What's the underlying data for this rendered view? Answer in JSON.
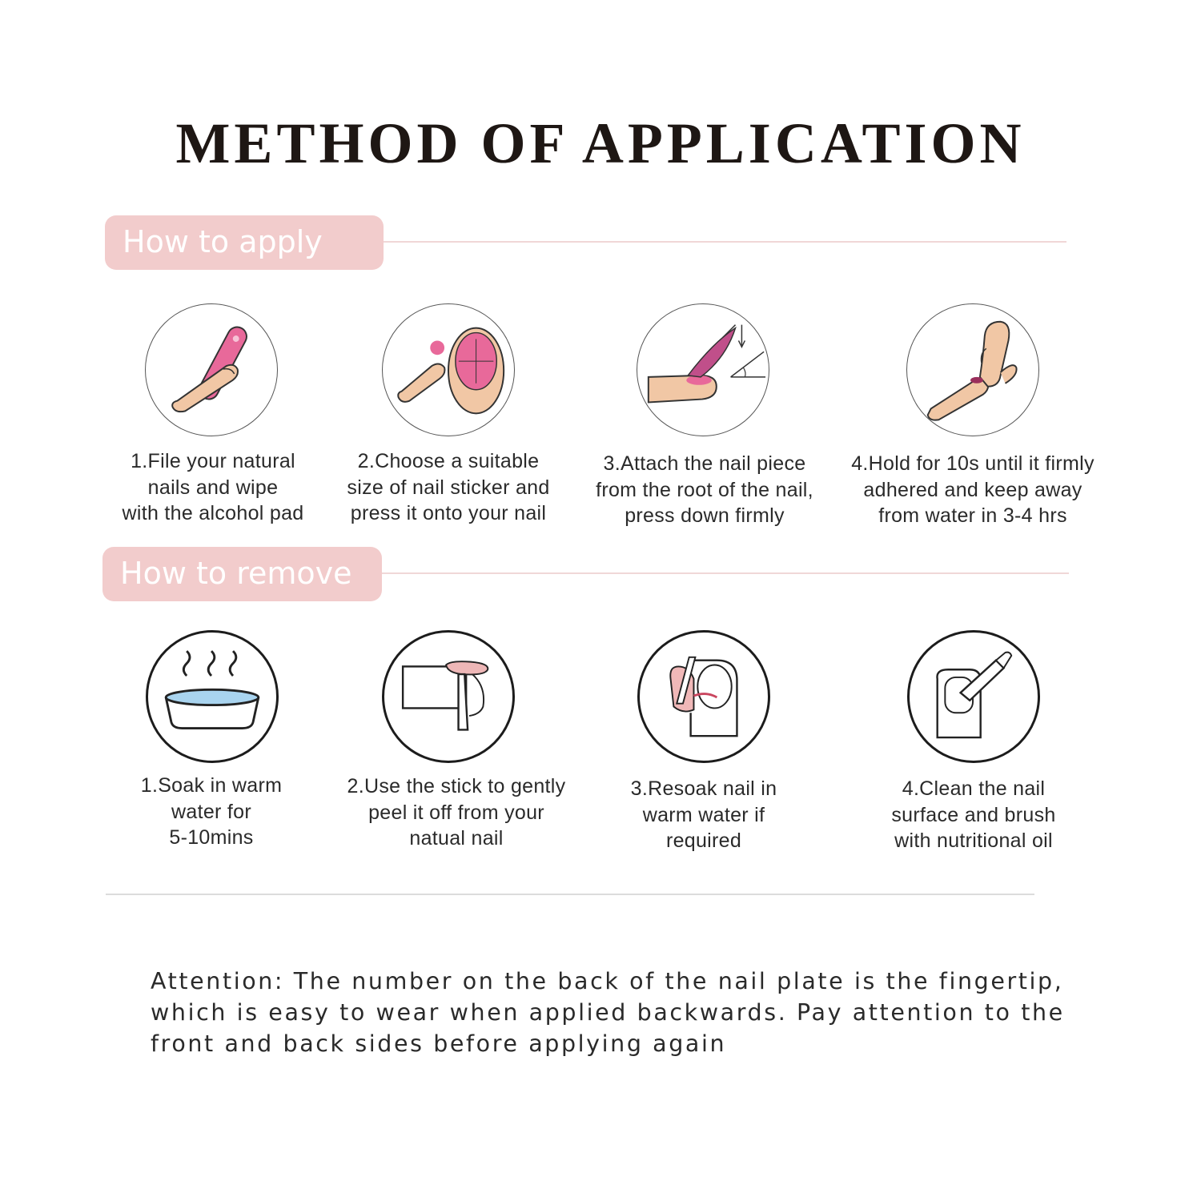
{
  "title": "METHOD OF APPLICATION",
  "apply": {
    "label": "How to apply",
    "steps": [
      {
        "lines": [
          "1.File your natural",
          "nails and wipe",
          "with the alcohol pad"
        ],
        "icon": "nail-file-icon"
      },
      {
        "lines": [
          "2.Choose a suitable",
          "size of nail sticker and",
          "press it onto your nail"
        ],
        "icon": "nail-sticker-icon"
      },
      {
        "lines": [
          "3.Attach the nail piece",
          "from the root of the nail,",
          "press down firmly"
        ],
        "icon": "attach-nail-icon"
      },
      {
        "lines": [
          "4.Hold for 10s until it firmly",
          "adhered and keep away",
          "from water in 3-4 hrs"
        ],
        "icon": "press-hold-icon"
      }
    ]
  },
  "remove": {
    "label": "How to remove",
    "steps": [
      {
        "lines": [
          "1.Soak in warm",
          "water for",
          "5-10mins"
        ],
        "icon": "warm-water-bowl-icon"
      },
      {
        "lines": [
          "2.Use the stick to gently",
          "peel it off from your",
          "natual nail"
        ],
        "icon": "peel-stick-icon"
      },
      {
        "lines": [
          "3.Resoak nail in",
          "warm water if",
          "required"
        ],
        "icon": "resoak-nail-icon"
      },
      {
        "lines": [
          "4.Clean the nail",
          "surface and brush",
          "with nutritional oil"
        ],
        "icon": "oil-brush-icon"
      }
    ]
  },
  "attention": {
    "lines": [
      "Attention: The number on the back of the nail plate is the fingertip,",
      "which is easy to wear when applied backwards. Pay attention to the",
      "front and back sides before applying again"
    ]
  },
  "colors": {
    "pill": "#f2cccc",
    "nail_pink": "#e8699a",
    "skin": "#f1c7a5"
  }
}
